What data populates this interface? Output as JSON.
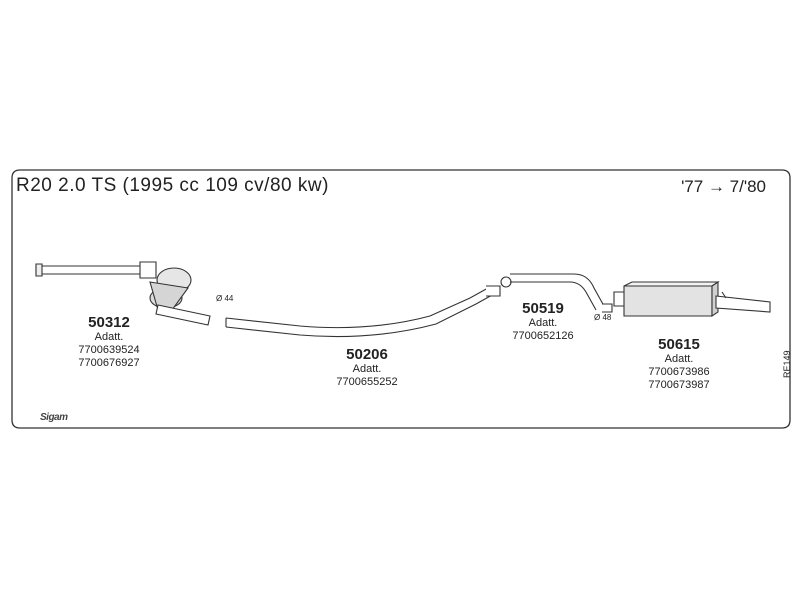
{
  "header": {
    "title": "R20 2.0 TS (1995 cc 109 cv/80 kw)",
    "years": "'77 → 7/'80"
  },
  "parts": [
    {
      "code": "50312",
      "note": "Adatt.",
      "refs": [
        "7700639524",
        "7700676927"
      ]
    },
    {
      "code": "50206",
      "note": "Adatt.",
      "refs": [
        "7700655252"
      ]
    },
    {
      "code": "50519",
      "note": "Adatt.",
      "refs": [
        "7700652126"
      ]
    },
    {
      "code": "50615",
      "note": "Adatt.",
      "refs": [
        "7700673986",
        "7700673987"
      ]
    }
  ],
  "diameters": {
    "d1": "Ø 44",
    "d2": "Ø 48"
  },
  "reference_code": "RE149",
  "brand_logo": "Sigam"
}
